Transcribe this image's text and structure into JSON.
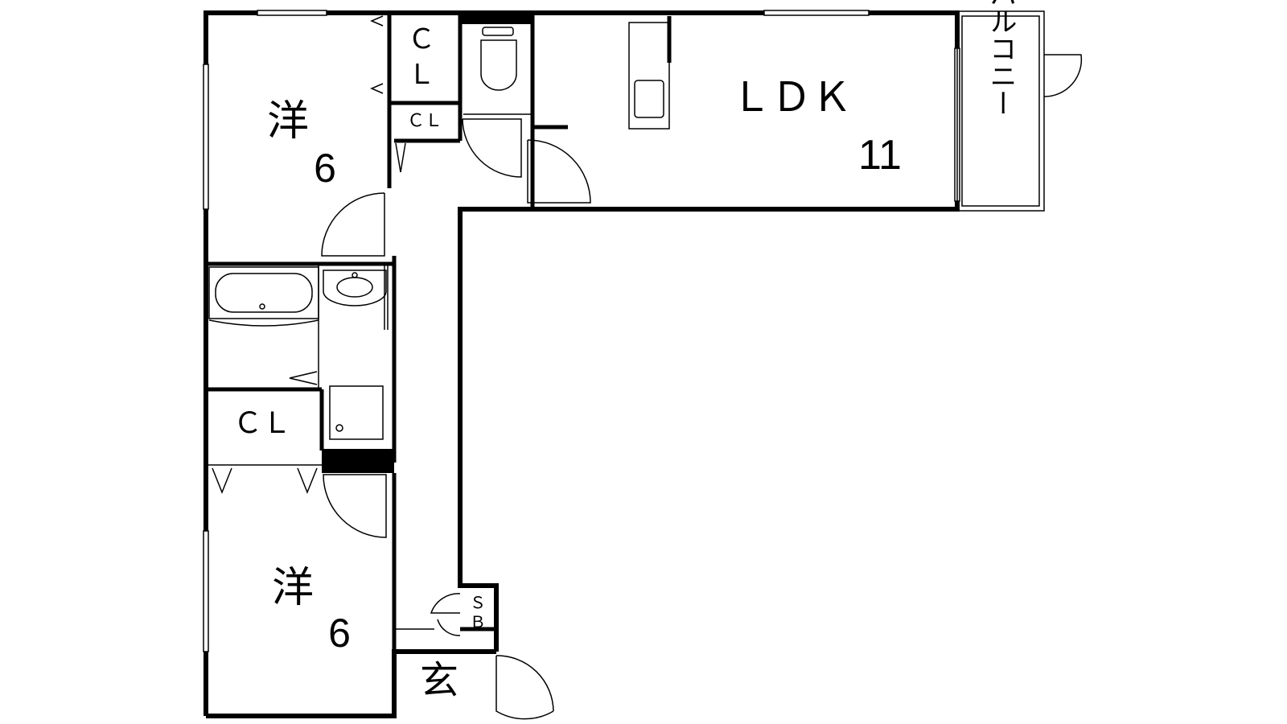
{
  "rooms": {
    "western_upper": {
      "label": "洋",
      "size": "6"
    },
    "western_lower": {
      "label": "洋",
      "size": "6"
    },
    "ldk": {
      "label": "ＬＤＫ",
      "size": "11"
    },
    "closet_upper_big": {
      "label_top": "Ｃ",
      "label_bottom": "Ｌ"
    },
    "closet_upper_small": {
      "label": "ＣＬ"
    },
    "closet_middle": {
      "label": "ＣＬ"
    },
    "shoe_box": {
      "label_top": "Ｓ",
      "label_bottom": "Ｂ"
    },
    "entrance": {
      "label": "玄"
    },
    "balcony": {
      "label": "バルコニー"
    }
  }
}
